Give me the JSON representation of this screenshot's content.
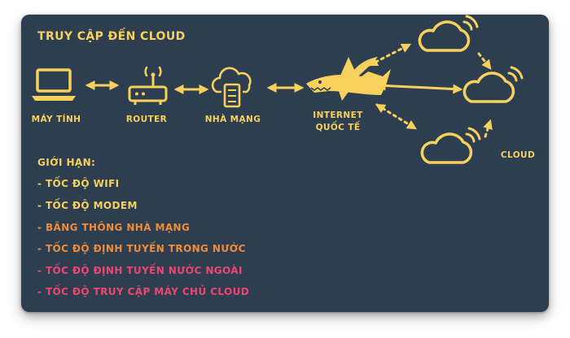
{
  "title": "Truy cập đến Cloud",
  "nodes": {
    "computer": "Máy tính",
    "router": "Router",
    "isp": "Nhà mạng",
    "internet_line1": "Internet",
    "internet_line2": "quốc tế",
    "cloud": "Cloud"
  },
  "limits": {
    "heading": "Giới hạn:",
    "items": [
      {
        "text": "- Tốc độ wifi",
        "color": "#f7d15c"
      },
      {
        "text": "- Tốc độ modem",
        "color": "#f7d15c"
      },
      {
        "text": "- Băng thông nhà mạng",
        "color": "#f08c3a"
      },
      {
        "text": "- Tốc độ định tuyến trong nước",
        "color": "#f08c3a"
      },
      {
        "text": "- Tốc độ định tuyến nước ngoài",
        "color": "#f0456f"
      },
      {
        "text": "- Tốc độ truy cập máy chủ cloud",
        "color": "#f0456f"
      }
    ]
  },
  "colors": {
    "background": "#2d3e50",
    "accent_yellow": "#f7d15c",
    "accent_orange": "#f08c3a",
    "accent_pink": "#f0456f"
  }
}
